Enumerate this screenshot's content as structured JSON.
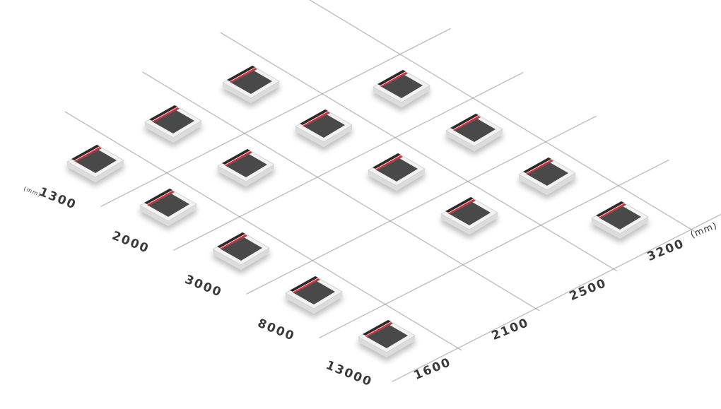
{
  "unit": "(mm)",
  "lengths": [
    "13000",
    "8000",
    "3000",
    "2000",
    "1300"
  ],
  "widths": [
    "1600",
    "2100",
    "2500",
    "3200"
  ],
  "machines": [
    [
      "13000",
      "3200"
    ],
    [
      "8000",
      "2500"
    ],
    [
      "8000",
      "3200"
    ],
    [
      "13000",
      "1600"
    ],
    [
      "3000",
      "2500"
    ],
    [
      "3000",
      "3200"
    ],
    [
      "8000",
      "1600"
    ],
    [
      "2000",
      "2500"
    ],
    [
      "3000",
      "1600"
    ],
    [
      "2000",
      "2100"
    ],
    [
      "2000",
      "3200"
    ],
    [
      "2000",
      "1600"
    ],
    [
      "1300",
      "2100"
    ],
    [
      "1300",
      "2500"
    ],
    [
      "1300",
      "1600"
    ]
  ],
  "colors": {
    "grid_line": "#8a8a8a",
    "bed_top": "#4a4a4a",
    "frame": "#f2f2f2",
    "accent": "#c8323c",
    "label": "#3a3a3a"
  }
}
